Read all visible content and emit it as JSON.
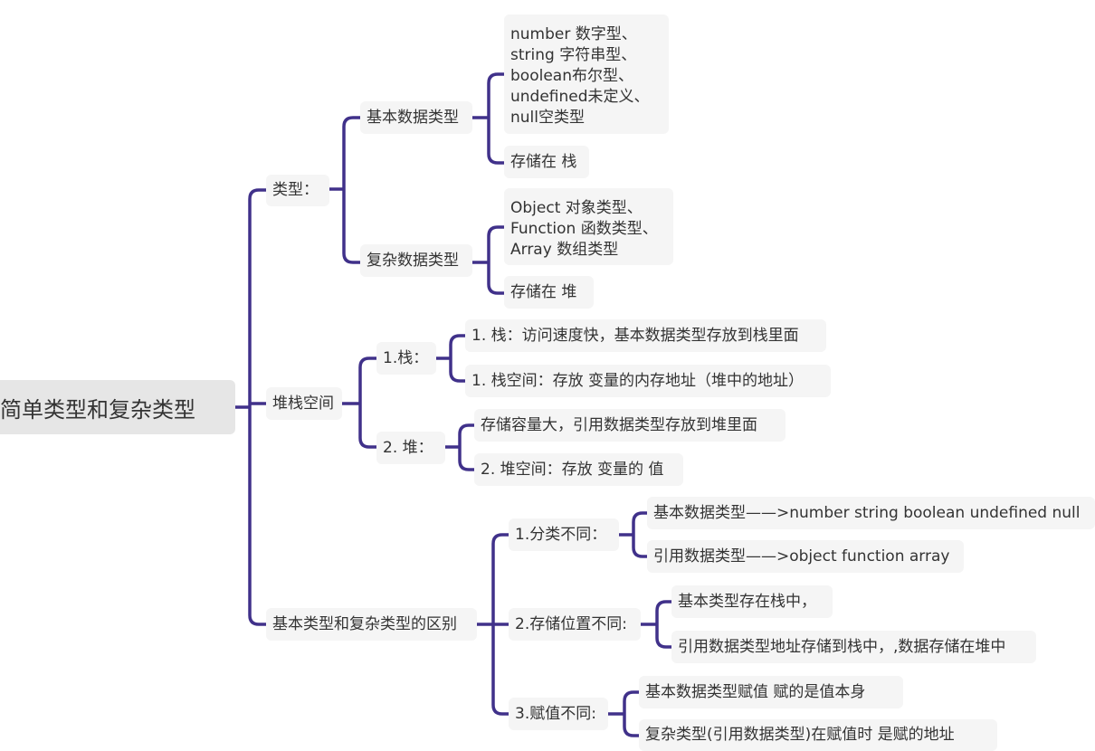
{
  "root": "简单类型和复杂类型",
  "types": {
    "label": "类型：",
    "basic": {
      "label": "基本数据类型",
      "members": [
        "number 数字型、",
        "string 字符串型、",
        "boolean布尔型、",
        "undefined未定义、",
        "null空类型"
      ],
      "storage": "存储在 栈"
    },
    "complex": {
      "label": "复杂数据类型",
      "members": [
        "Object 对象类型、",
        "Function 函数类型、",
        "Array 数组类型"
      ],
      "storage": "存储在  堆"
    }
  },
  "heap_stack": {
    "label": "堆栈空间",
    "stack": {
      "label": "1.栈：",
      "items": [
        "1. 栈：访问速度快，基本数据类型存放到栈里面",
        "1. 栈空间：存放 变量的内存地址（堆中的地址）"
      ]
    },
    "heap": {
      "label": "2. 堆：",
      "items": [
        "存储容量大，引用数据类型存放到堆里面",
        "2. 堆空间：存放 变量的 值"
      ]
    }
  },
  "differences": {
    "label": "基本类型和复杂类型的区别",
    "category": {
      "label": "1.分类不同：",
      "items": [
        "基本数据类型——>number string boolean undefined null",
        "引用数据类型——>object function array"
      ]
    },
    "location": {
      "label": "2.存储位置不同:",
      "items": [
        "基本类型存在栈中，",
        "引用数据类型地址存储到栈中，,数据存储在堆中"
      ]
    },
    "assignment": {
      "label": "3.赋值不同:",
      "items": [
        "基本数据类型赋值  赋的是值本身",
        "复杂类型(引用数据类型)在赋值时    是赋的地址"
      ]
    }
  },
  "colors": {
    "connector": "#40318a",
    "node_bg": "#f5f5f5",
    "root_bg": "#e6e6e6",
    "text": "#333333"
  }
}
